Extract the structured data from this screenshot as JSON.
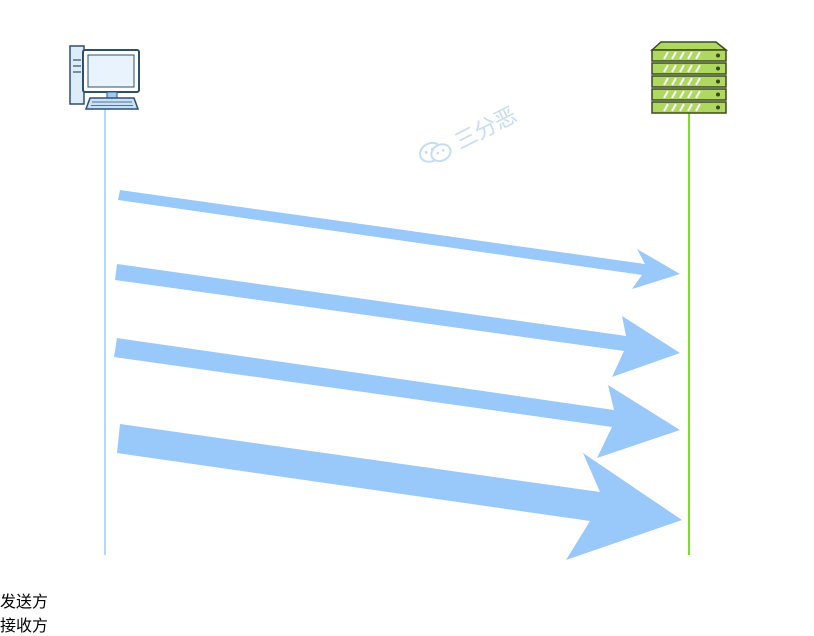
{
  "sender": {
    "label": "发送方",
    "icon": "desktop-computer-icon",
    "lifeline_color": "#9ecbf5"
  },
  "receiver": {
    "label": "接收方",
    "icon": "server-rack-icon",
    "lifeline_color": "#7fdd2a"
  },
  "watermark": {
    "text": "三分恶",
    "icon": "wechat-icon"
  },
  "arrows": {
    "color": "#99c9fa",
    "count": 4
  }
}
